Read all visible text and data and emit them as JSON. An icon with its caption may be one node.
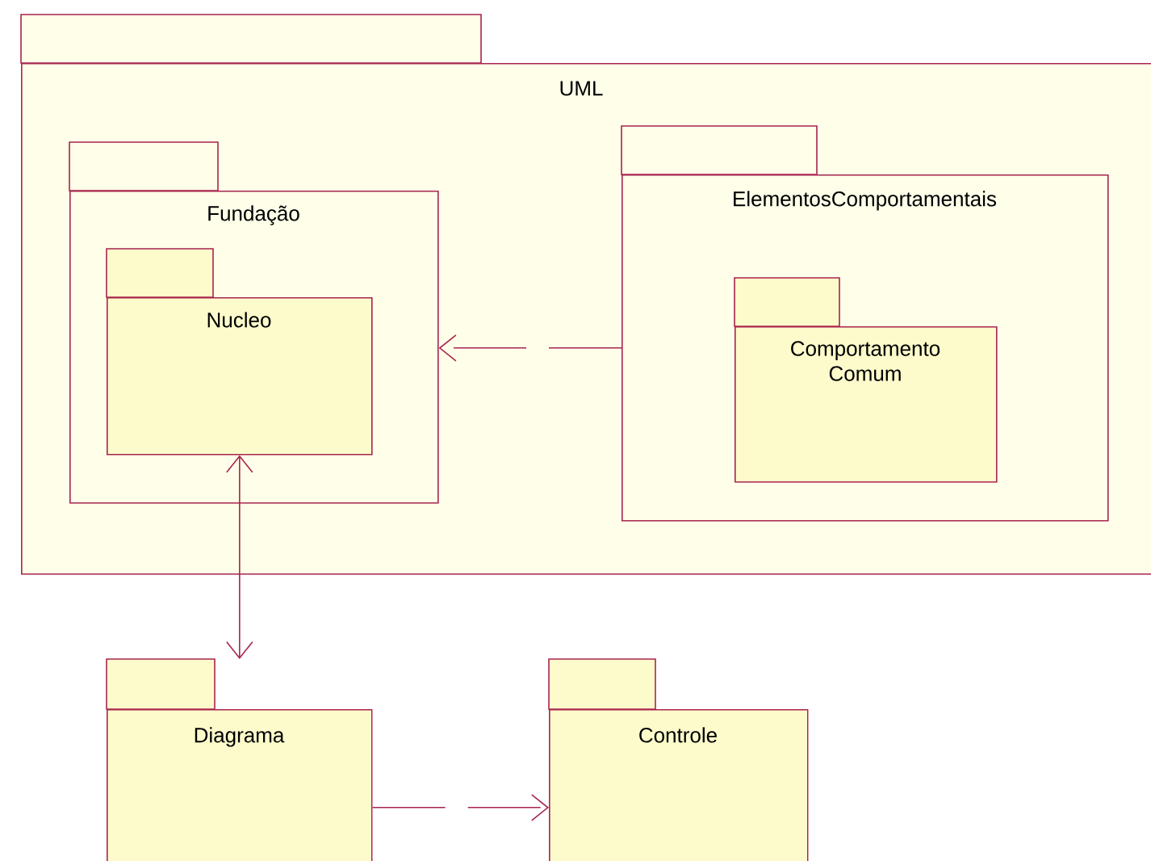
{
  "diagram": {
    "nodes": [
      {
        "text": [
          "UML"
        ]
      },
      {
        "text": [
          "Fundação"
        ],
        "in": 0
      },
      {
        "text": [
          "Nucleo"
        ],
        "in": 1
      },
      {
        "text": [
          "ElementosComportamentais"
        ],
        "in": 0
      },
      {
        "text": [
          "Comportamento Comum"
        ],
        "in": 3
      },
      {
        "text": [
          "Diagrama"
        ]
      },
      {
        "text": [
          "Controle"
        ]
      }
    ],
    "edges": [
      {
        "from": 3,
        "to": 1,
        "arrow": "to",
        "style": "dashed"
      },
      {
        "from": 2,
        "to": 5,
        "arrow": "both"
      },
      {
        "from": 5,
        "to": 6,
        "arrow": "to",
        "style": "dashed"
      }
    ]
  }
}
